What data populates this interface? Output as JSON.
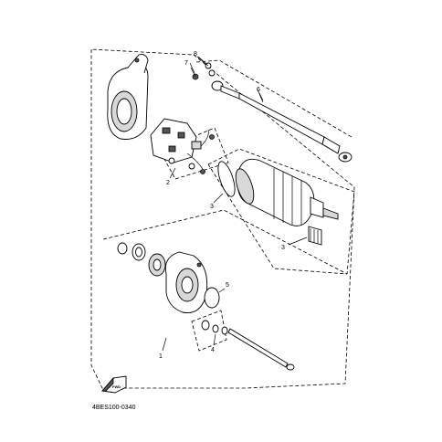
{
  "callouts": {
    "c1": "1",
    "c2": "2",
    "c3a": "3",
    "c3b": "3",
    "c4": "4",
    "c5": "5",
    "c6": "6",
    "c7": "7",
    "c8": "8"
  },
  "badge": "FWD",
  "diagram_code": "4BES100-0340",
  "icons": [
    "front-direction-arrow-icon"
  ]
}
